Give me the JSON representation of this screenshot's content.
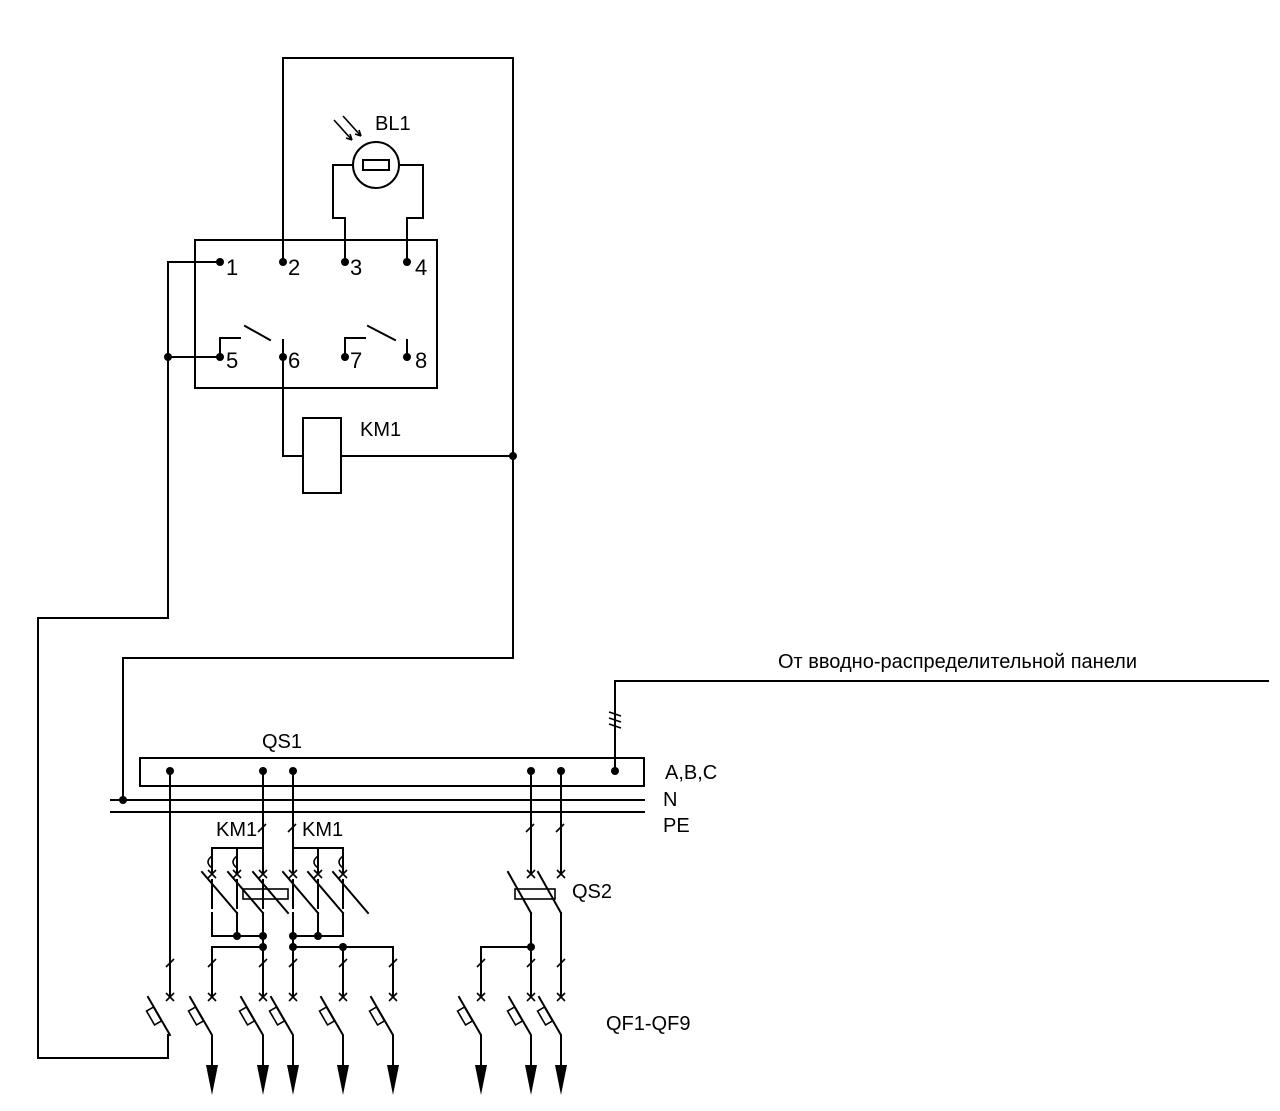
{
  "labels": {
    "sensor": "BL1",
    "relay_coil": "KM1",
    "switch_main": "QS1",
    "switch_2": "QS2",
    "contactor_left": "KM1",
    "contactor_right": "KM1",
    "breakers": "QF1-QF9",
    "supply": "От вводно-распределительной панели",
    "bus_phases": "A,B,C",
    "bus_neutral": "N",
    "bus_pe": "PE"
  },
  "terminals": [
    "1",
    "2",
    "3",
    "4",
    "5",
    "6",
    "7",
    "8"
  ]
}
